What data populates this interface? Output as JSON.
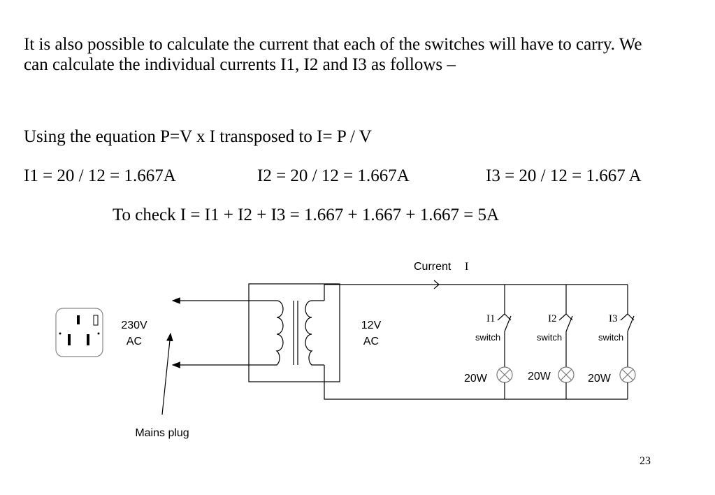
{
  "slide": {
    "paragraph1": "It is also possible to calculate the current that each of the switches will have to carry.  We can calculate the individual currents I1, I2 and I3 as follows –",
    "paragraph2": "Using the equation P=V x I  transposed to I= P / V",
    "eq_i1": "I1 = 20 / 12  = 1.667A",
    "eq_i2": "I2 = 20 / 12  = 1.667A",
    "eq_i3": "I3 = 20 / 12 = 1.667 A",
    "check": "To check I = I1 + I2 + I3 = 1.667 + 1.667 + 1.667 = 5A",
    "page_number": "23"
  },
  "diagram": {
    "current_label": "Current",
    "current_symbol": "I",
    "mains_voltage": "230V",
    "mains_type": "AC",
    "secondary_voltage": "12V",
    "secondary_type": "AC",
    "mains_plug_label": "Mains plug",
    "branches": [
      {
        "current": "I1",
        "switch_label": "switch",
        "lamp_power": "20W"
      },
      {
        "current": "I2",
        "switch_label": "switch",
        "lamp_power": "20W"
      },
      {
        "current": "I3",
        "switch_label": "switch",
        "lamp_power": "20W"
      }
    ]
  }
}
